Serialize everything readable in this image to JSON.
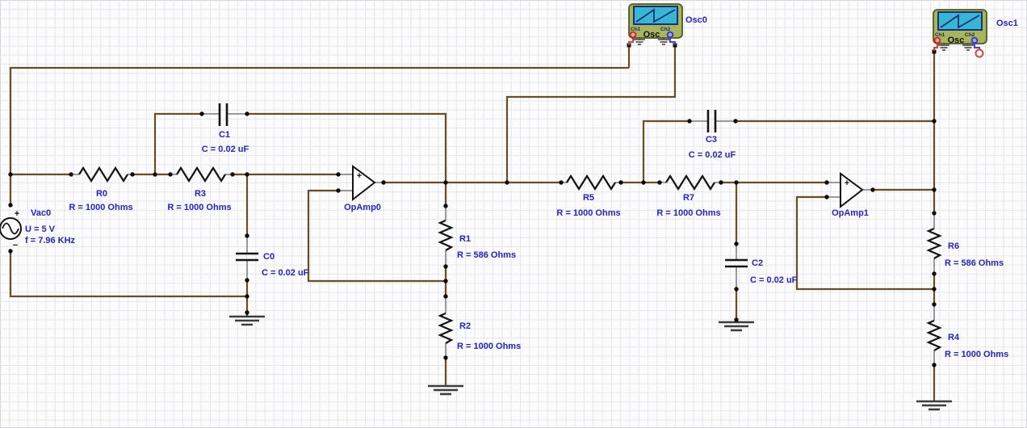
{
  "app": {
    "kind": "circuit-schematic-canvas"
  },
  "colors": {
    "background": "#fcfcfd",
    "grid": "#e4e6ea",
    "wire_brown": "#6a4d22",
    "lead_gray": "#999999",
    "component_black": "#141414",
    "label_blue": "#2222d8",
    "osc_body_green": "#a9b55c",
    "osc_screen_cyan": "#36b7d8",
    "terminal_red": "#cc2222",
    "terminal_blue": "#3434bb"
  },
  "components": {
    "vac0": {
      "name": "Vac0",
      "u": "U = 5 V",
      "f": "f = 7.96 KHz",
      "plus": "+",
      "minus": "−"
    },
    "r0": {
      "name": "R0",
      "value": "R = 1000 Ohms"
    },
    "r3": {
      "name": "R3",
      "value": "R = 1000 Ohms"
    },
    "c1": {
      "name": "C1",
      "value": "C = 0.02 uF"
    },
    "c0": {
      "name": "C0",
      "value": "C = 0.02 uF"
    },
    "opamp0": {
      "name": "OpAmp0",
      "plus": "+"
    },
    "r1": {
      "name": "R1",
      "value": "R = 586 Ohms"
    },
    "r2": {
      "name": "R2",
      "value": "R = 1000 Ohms"
    },
    "osc0": {
      "name": "Osc0",
      "label": "Osc",
      "ch1": "Ch1",
      "ch2": "Ch2",
      "waveform_icon": "sawtooth-wave"
    },
    "r5": {
      "name": "R5",
      "value": "R = 1000 Ohms"
    },
    "r7": {
      "name": "R7",
      "value": "R = 1000 Ohms"
    },
    "c3": {
      "name": "C3",
      "value": "C = 0.02 uF"
    },
    "c2": {
      "name": "C2",
      "value": "C = 0.02 uF"
    },
    "opamp1": {
      "name": "OpAmp1",
      "plus": "+"
    },
    "r6": {
      "name": "R6",
      "value": "R = 586 Ohms"
    },
    "r4": {
      "name": "R4",
      "value": "R = 1000 Ohms"
    },
    "osc1": {
      "name": "Osc1",
      "label": "Osc",
      "ch1": "Ch1",
      "ch2": "Ch2",
      "waveform_icon": "sawtooth-wave"
    }
  }
}
